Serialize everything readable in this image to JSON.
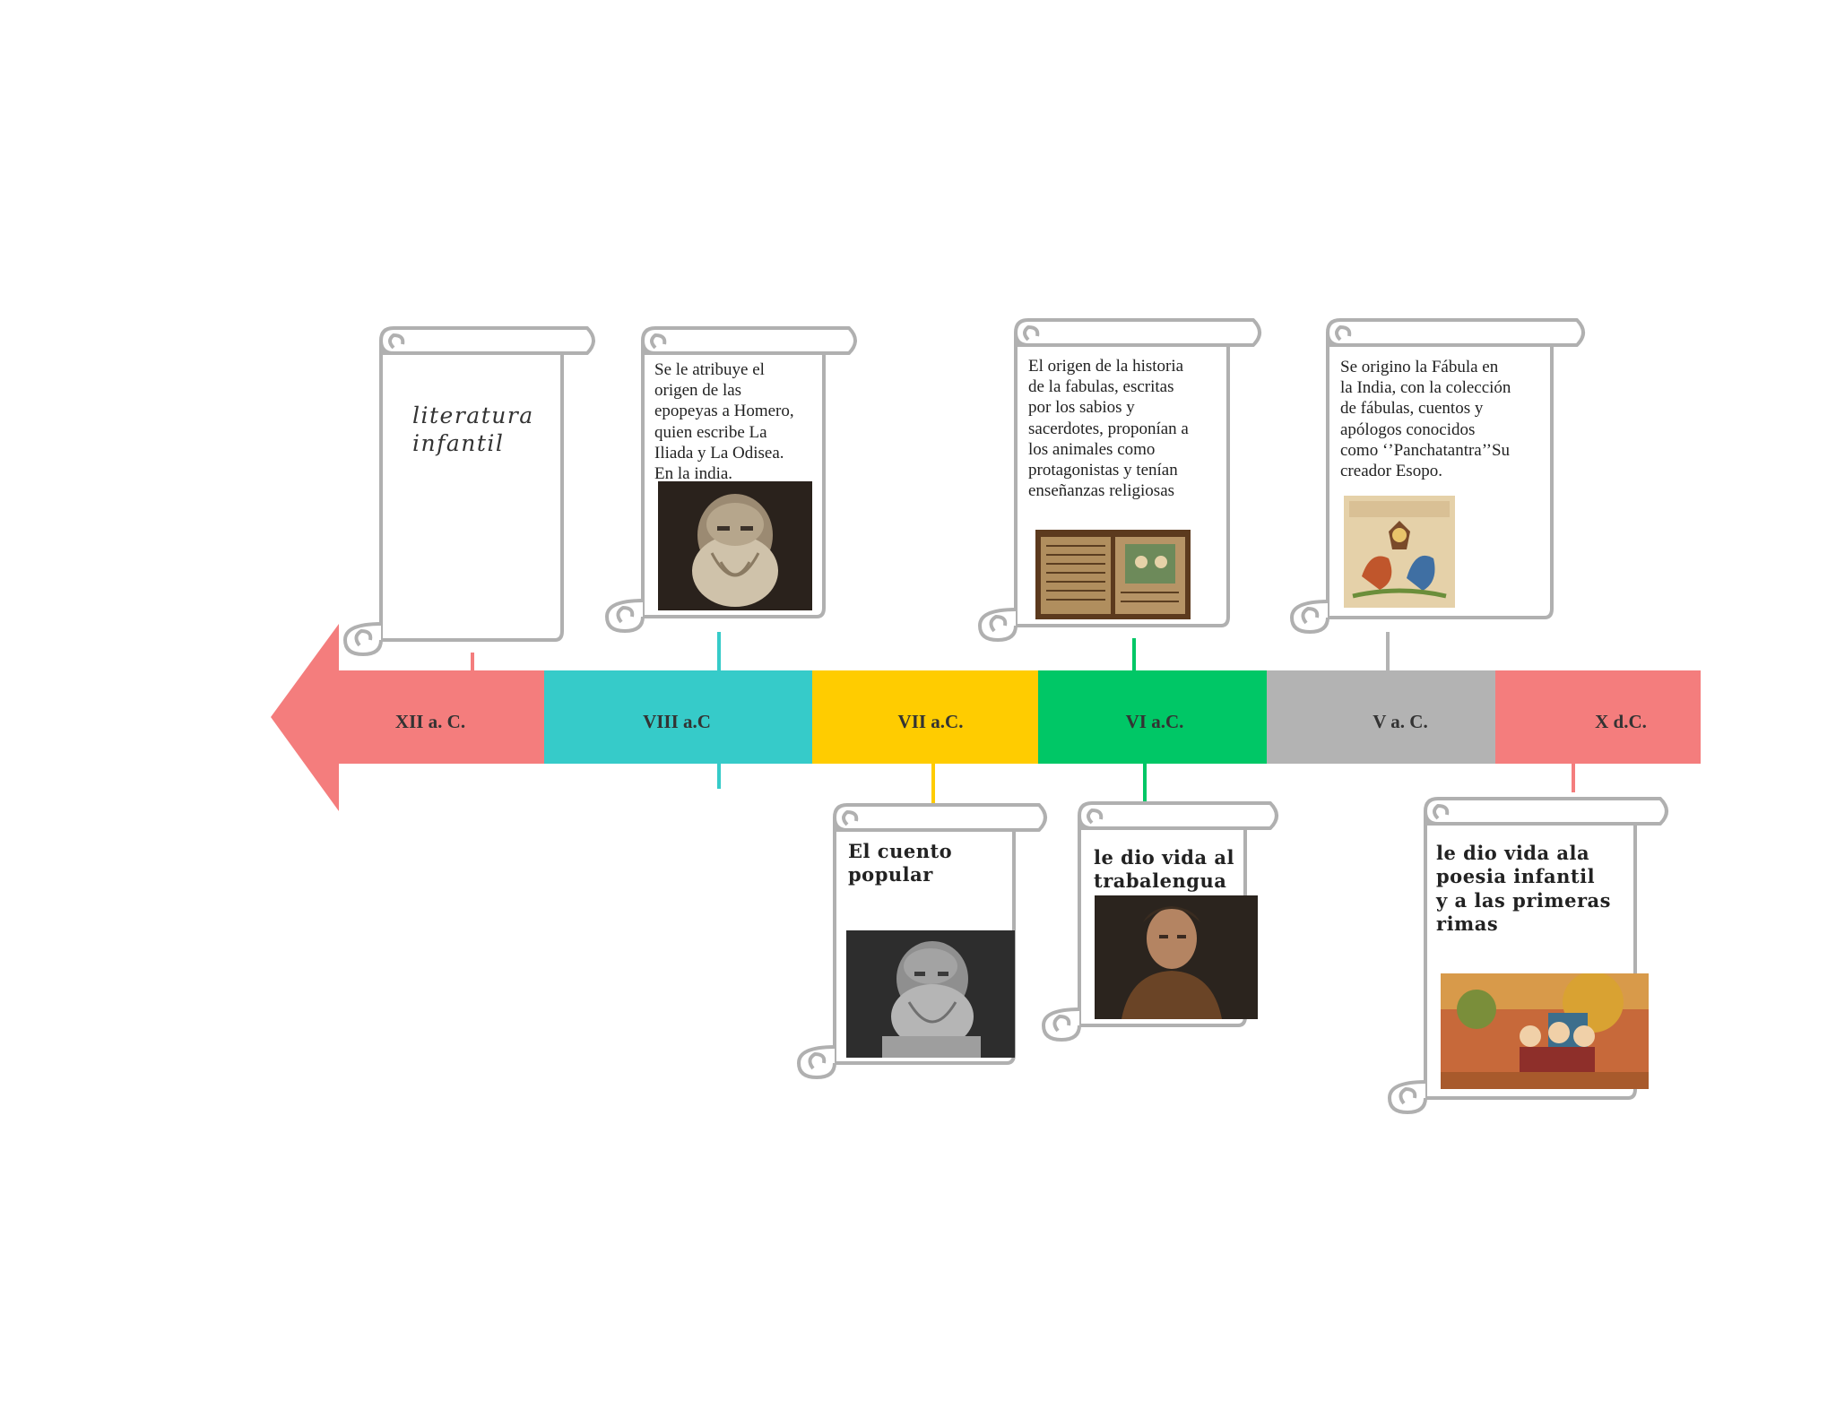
{
  "segments": [
    {
      "label": "XII a. C.",
      "color": "#f47d7d"
    },
    {
      "label": "VIII a.C",
      "color": "#36cbc9"
    },
    {
      "label": "VII a.C.",
      "color": "#ffcc00"
    },
    {
      "label": "VI a.C.",
      "color": "#00c766"
    },
    {
      "label": "V a. C.",
      "color": "#b3b3b3"
    },
    {
      "label": "X d.C.",
      "color": "#f47d7d"
    }
  ],
  "notes": {
    "xii": {
      "lines": [
        "literatura",
        "infantil"
      ]
    },
    "viii": {
      "lines": [
        "Se le atribuye el",
        "origen de las",
        "epopeyas a Homero,",
        "quien escribe La",
        "Iliada y La Odisea.",
        "En la india."
      ],
      "image": "bust-of-homer"
    },
    "vi_top": {
      "lines": [
        "El origen de la historia",
        "de la fabulas, escritas",
        "por los sabios y",
        "sacerdotes, proponían a",
        "los animales como",
        "protagonistas y tenían",
        "enseñanzas religiosas"
      ],
      "image": "ancient-book"
    },
    "v": {
      "lines": [
        "Se origino la Fábula en",
        "la India, con la colección",
        "de fábulas, cuentos y",
        "apólogos conocidos",
        "como ‘’Panchatantra’’Su",
        "creador Esopo."
      ],
      "image": "manuscript-illustration"
    },
    "vii": {
      "lines": [
        "El cuento",
        "popular"
      ],
      "image": "bust-of-philosopher"
    },
    "vi_bottom": {
      "lines": [
        "le dio vida al",
        "trabalengua"
      ],
      "image": "portrait-painting"
    },
    "x": {
      "lines": [
        "le dio vida ala",
        "poesia infantil",
        "y a las primeras",
        "rimas"
      ],
      "image": "miniature-painting"
    }
  },
  "colors": {
    "scroll_outline": "#b0b0b0",
    "scroll_fill": "#ffffff"
  }
}
